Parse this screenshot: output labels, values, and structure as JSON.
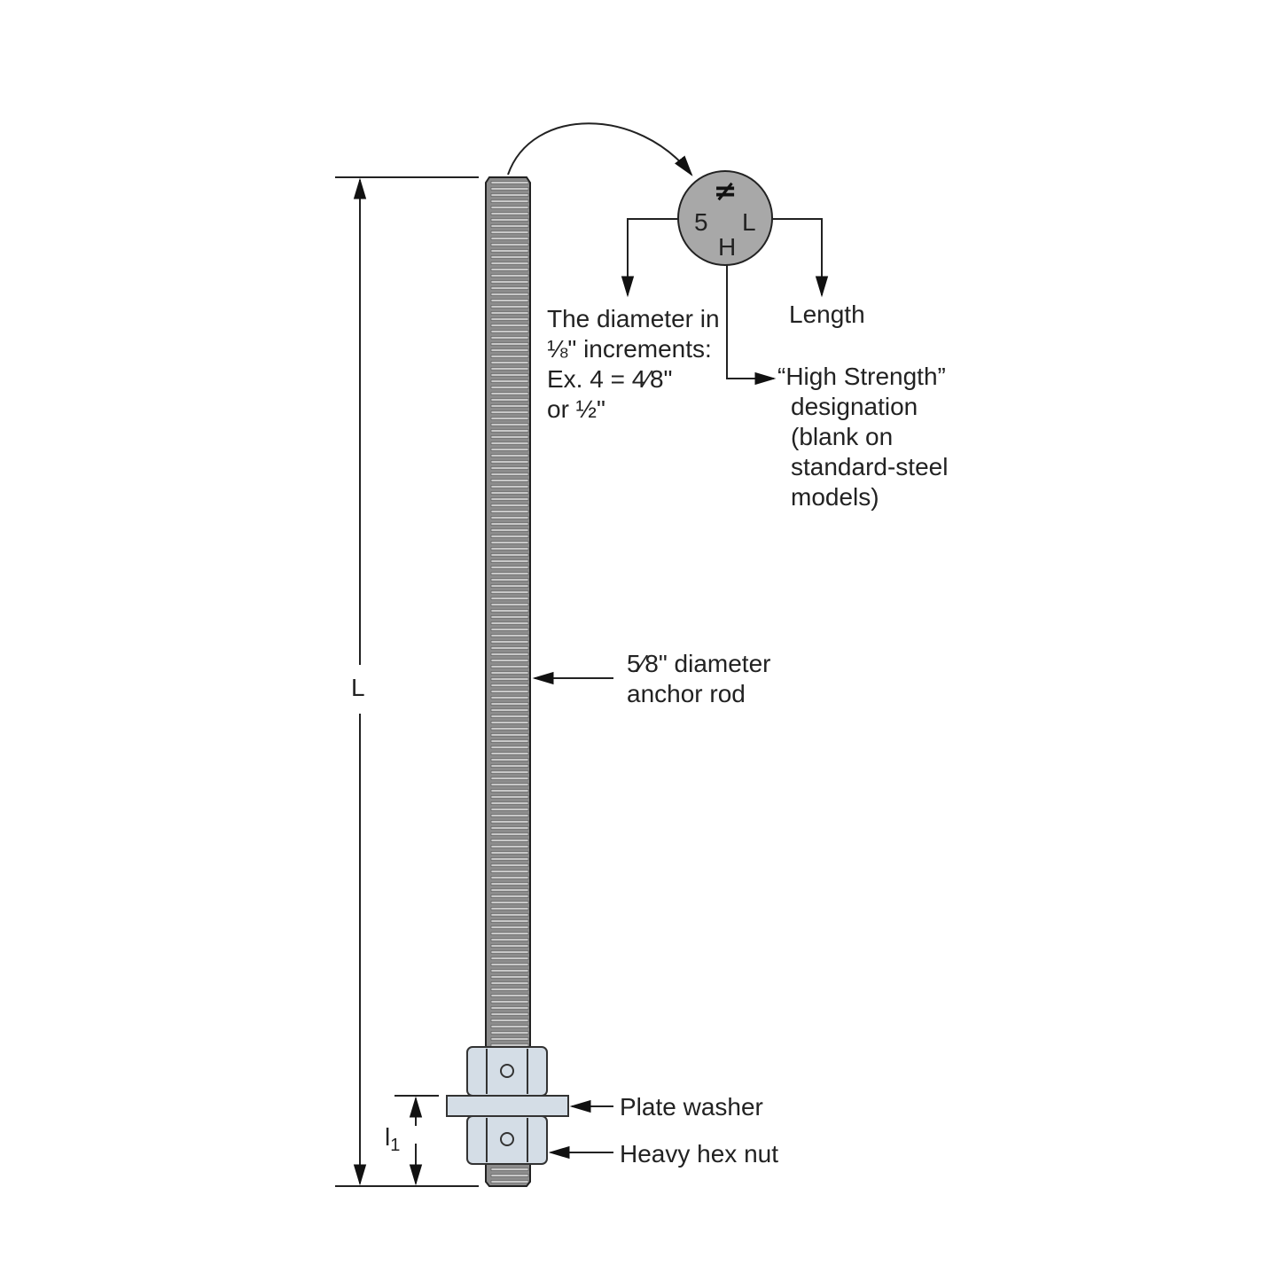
{
  "marking": {
    "top_symbol": "≠",
    "diameter_code": "5",
    "strength_code": "H",
    "length_code": "L"
  },
  "labels": {
    "diameter_note": [
      "The diameter in",
      "⅛\" increments:",
      "Ex. 4 = 4⁄8\"",
      "or ½\""
    ],
    "length": "Length",
    "high_strength": [
      "“High Strength”",
      "designation",
      "(blank on",
      "standard-steel",
      "models)"
    ],
    "rod": [
      "5⁄8\" diameter",
      "anchor rod"
    ],
    "plate_washer": "Plate washer",
    "heavy_hex_nut": "Heavy hex nut",
    "dim_L": "L",
    "dim_l1": "l",
    "dim_l1_sub": "1"
  },
  "colors": {
    "rod": "#8c8c8c",
    "stamp": "#a8a8a8",
    "hardware": "#d4dde6"
  }
}
